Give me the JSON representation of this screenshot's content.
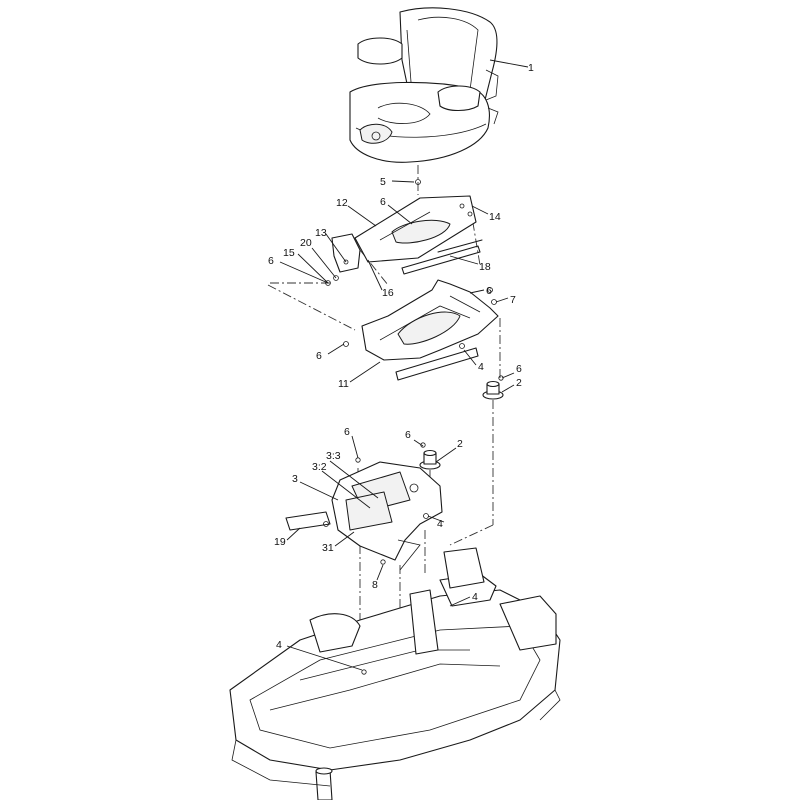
{
  "callouts": [
    {
      "id": "c1",
      "text": "1"
    },
    {
      "id": "c5",
      "text": "5"
    },
    {
      "id": "c6a",
      "text": "6"
    },
    {
      "id": "c12",
      "text": "12"
    },
    {
      "id": "c14",
      "text": "14"
    },
    {
      "id": "c13",
      "text": "13"
    },
    {
      "id": "c20",
      "text": "20"
    },
    {
      "id": "c15",
      "text": "15"
    },
    {
      "id": "c6b",
      "text": "6"
    },
    {
      "id": "c18",
      "text": "18"
    },
    {
      "id": "c16",
      "text": "16"
    },
    {
      "id": "c6c",
      "text": "6"
    },
    {
      "id": "c7",
      "text": "7"
    },
    {
      "id": "c6d",
      "text": "6"
    },
    {
      "id": "c4a",
      "text": "4"
    },
    {
      "id": "c11",
      "text": "11"
    },
    {
      "id": "c6e",
      "text": "6"
    },
    {
      "id": "c2a",
      "text": "2"
    },
    {
      "id": "c6f",
      "text": "6"
    },
    {
      "id": "c6g",
      "text": "6"
    },
    {
      "id": "c2b",
      "text": "2"
    },
    {
      "id": "c33",
      "text": "3:3"
    },
    {
      "id": "c32",
      "text": "3:2"
    },
    {
      "id": "c3",
      "text": "3"
    },
    {
      "id": "c4b",
      "text": "4"
    },
    {
      "id": "c19",
      "text": "19"
    },
    {
      "id": "c31",
      "text": "31"
    },
    {
      "id": "c8",
      "text": "8"
    },
    {
      "id": "c4c",
      "text": "4"
    },
    {
      "id": "c4d",
      "text": "4"
    }
  ]
}
